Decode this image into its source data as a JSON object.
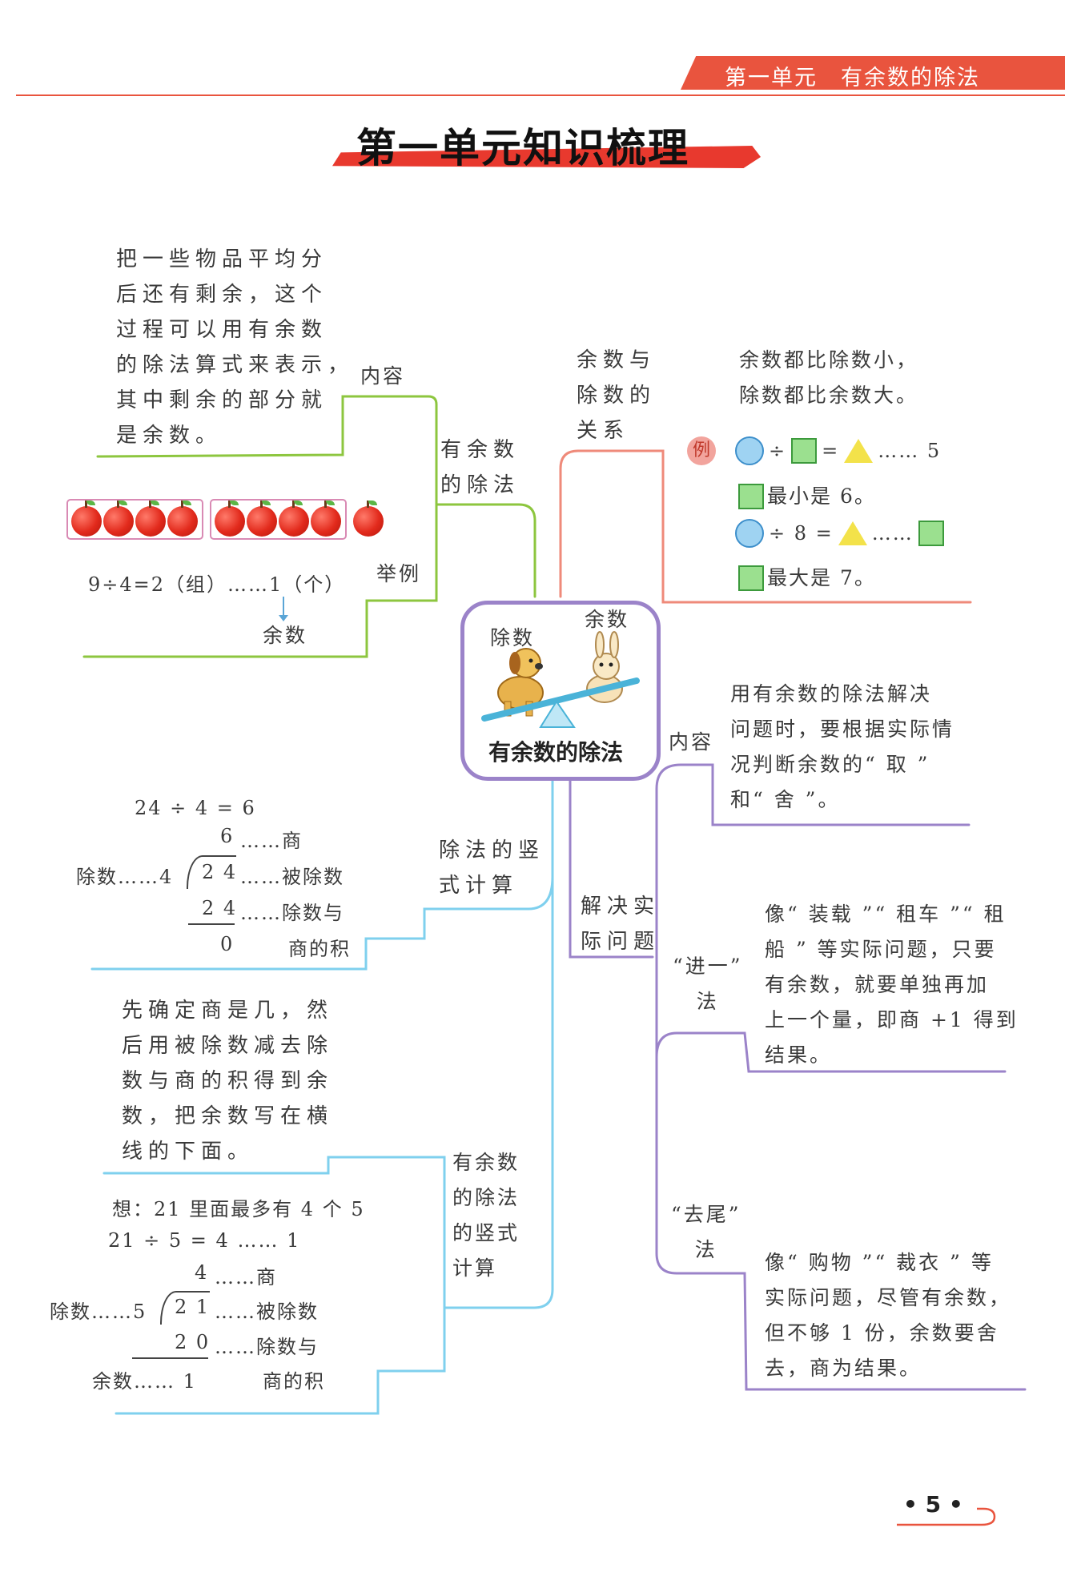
{
  "header": {
    "unit_title": "第一单元　有余数的除法"
  },
  "page_title": "第一单元知识梳理",
  "center": {
    "label": "有余数的除法",
    "left_tag": "除数",
    "right_tag": "余数"
  },
  "green_branch": {
    "label": "有余数的除法",
    "content_label": "内容",
    "content_text": [
      "把一些物品平均分",
      "后还有剩余，这个",
      "过程可以用有余数",
      "的除法算式来表示，",
      "其中剩余的部分就",
      "是余数。"
    ],
    "example_label": "举例",
    "example_equation": "9÷4=2（组）……1（个）",
    "example_note": "余数"
  },
  "red_branch": {
    "label": [
      "余数与",
      "除数的",
      "关系"
    ],
    "rule": [
      "余数都比除数小，",
      "除数都比余数大。"
    ],
    "example_badge": "例",
    "eq1_tail": "…… 5",
    "eq1_div": "÷",
    "eq1_eq": "=",
    "eq1_note": "最小是 6。",
    "eq2_mid": "÷ 8 =",
    "eq2_dots": "……",
    "eq2_note": "最大是 7。"
  },
  "blue_branch_1": {
    "label": [
      "除法的竖",
      "式计算"
    ],
    "eq": "24 ÷ 4 = 6",
    "quotient": "6",
    "quotient_label": "……商",
    "divisor_label": "除数……4",
    "dividend": "2 4",
    "dividend_label": "……被除数",
    "product": "2 4",
    "product_label": "……除数与",
    "remainder": "0",
    "product_label2": "商的积"
  },
  "blue_branch_2": {
    "label": [
      "有余数",
      "的除法",
      "的竖式",
      "计算"
    ],
    "method": [
      "先确定商是几，然",
      "后用被除数减去除",
      "数与商的积得到余",
      "数，把余数写在横",
      "线的下面。"
    ],
    "think": "想：21 里面最多有 4 个 5",
    "eq": "21 ÷ 5 = 4 …… 1",
    "quotient": "4",
    "quotient_label": "……商",
    "divisor_label": "除数……5",
    "dividend": "2 1",
    "dividend_label": "……被除数",
    "product": "2 0",
    "product_label": "……除数与",
    "remainder_label": "余数…… 1",
    "product_label2": "商的积"
  },
  "purple_branch": {
    "label": [
      "解决实",
      "际问题"
    ],
    "content_label": "内容",
    "content_text": [
      "用有余数的除法解决",
      "问题时，要根据实际情",
      "况判断余数的“ 取 ”",
      "和“ 舍 ”。"
    ],
    "jinyi_label": [
      "“进一”",
      "法"
    ],
    "jinyi_text": [
      "像“ 装载 ”“ 租车 ”“ 租",
      "船 ” 等实际问题，只要",
      "有余数，就要单独再加",
      "上一个量，即商 +1 得到",
      "结果。"
    ],
    "quwei_label": [
      "“去尾”",
      "法"
    ],
    "quwei_text": [
      "像“ 购物 ”“ 裁衣 ” 等",
      "实际问题，尽管有余数，",
      "但不够 1 份，余数要舍",
      "去，商为结果。"
    ]
  },
  "colors": {
    "accent_red": "#e9543e",
    "green": "#8dc63f",
    "red_line": "#ef8a7a",
    "blue": "#7fd0ee",
    "purple": "#9b83c9"
  },
  "page_number": "• 5 •"
}
